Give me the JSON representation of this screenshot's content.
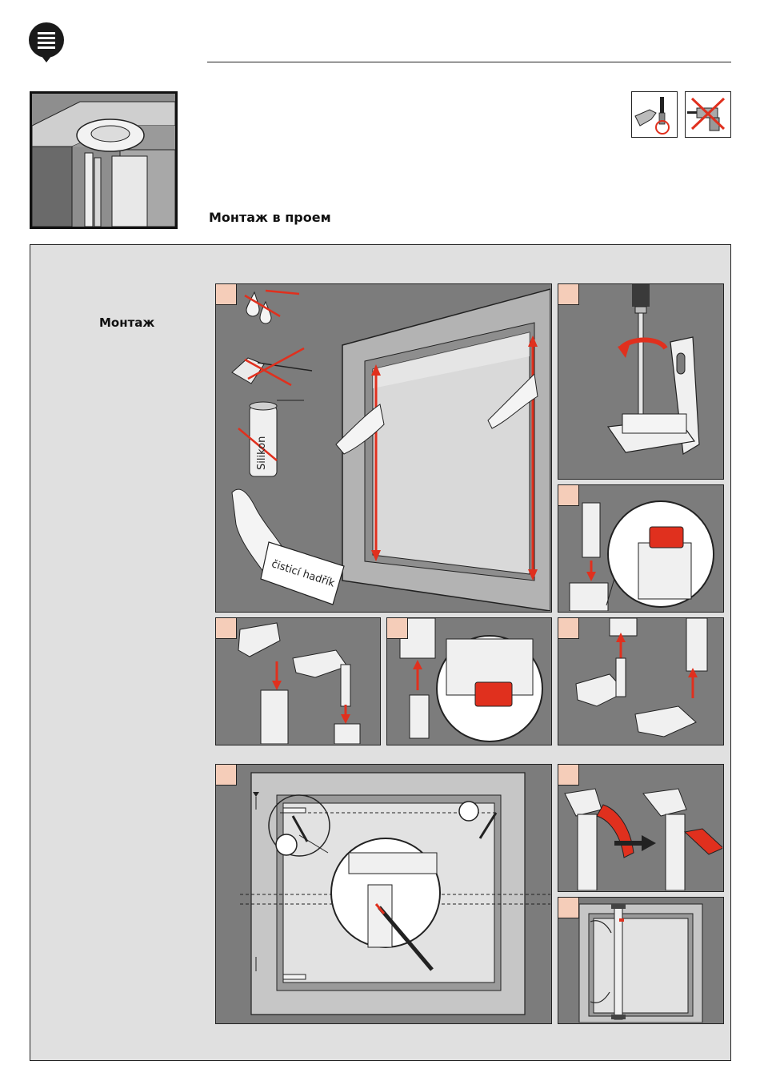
{
  "header": {
    "section_title": "Монтаж в проем"
  },
  "main": {
    "step_label": "Монтаж",
    "panel1": {
      "spray_label": "Silikon",
      "cloth_label": "čisticí hadřík"
    }
  },
  "icons": {
    "menu": "menu-icon",
    "screwdriver_allowed": "screwdriver-icon",
    "drill_forbidden": "no-drill-icon"
  },
  "colors": {
    "accent": "#e0301e",
    "badge": "#f5cdb9",
    "panel_bg": "#7c7c7c",
    "frame_bg": "#e0e0e0"
  }
}
